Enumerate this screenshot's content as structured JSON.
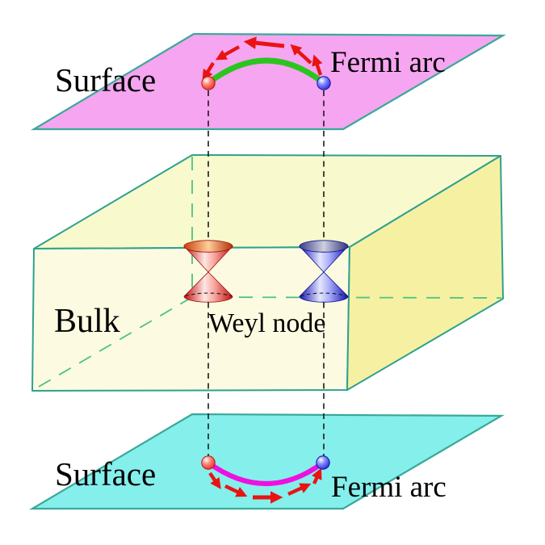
{
  "labels": {
    "surface_top": "Surface",
    "fermi_arc_top": "Fermi arc",
    "bulk": "Bulk",
    "weyl_node": "Weyl node",
    "surface_bottom": "Surface",
    "fermi_arc_bottom": "Fermi arc"
  },
  "colors": {
    "top_surface_fill": "#F6A5F0",
    "bottom_surface_fill": "#85EFEC",
    "surface_border": "#3AA89A",
    "box_front_fill": "#FCFBE2",
    "box_top_fill": "#F9F9CE",
    "box_right_fill": "#F6F1A2",
    "box_border": "#2EA18E",
    "hidden_edge_green": "#4CC383",
    "fermi_arc_top_green": "#2CC41E",
    "fermi_arc_bottom_magenta": "#EE10DE",
    "chirality_arrow_red": "#E81414",
    "weyl_cone_red": "#D42020",
    "weyl_cone_blue": "#2020CC",
    "weyl_node_dot_red": "#E83030",
    "weyl_node_dot_blue": "#2828E0",
    "projection_line_black": "#1A1A1A"
  }
}
